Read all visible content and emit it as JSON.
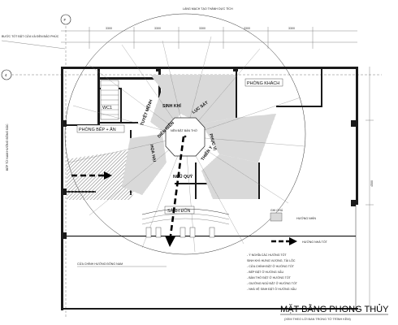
{
  "axis_labels": {
    "grid_F": "F",
    "grid_4": "4"
  },
  "rooms": {
    "phong_khach": "PHÒNG KHÁCH",
    "phong_bep_an": "PHÒNG BẾP + ĂN",
    "wc": "WC1",
    "sanh_don": "SẢNH ĐÓN"
  },
  "directions": {
    "sinh_khi": "SINH KHÍ",
    "luc_sat": "LỤC SÁT",
    "phuc_vi": "PHỤC VỊ",
    "thien_y": "THIÊN Y",
    "ngu_quy": "NGŨ QUỶ",
    "hoa_hai": "HỌA HẠI",
    "tuyet_menh": "TUYỆT MỆNH",
    "dien_nien": "DIÊN NIÊN"
  },
  "center_label": "NÊN ĐẶT BÀN THỜ",
  "top_note": "LÀNG MẠCH TẠO THÀNH DỰC TÍCH",
  "left_notes": [
    "BƯỚC TỐT ĐẶT CỬA VÀ ĐÈN BẢO PHÚC",
    "BẾP TỬ NAM HƯỚNG ĐÔNG BẮC"
  ],
  "bottom_note": "CỬA CHÍNH HƯỚNG ĐÔNG NAM",
  "legend": {
    "item1": "HƯỚNG NHÌN",
    "item2": "HƯỚNG NHÀ TỐT",
    "box_label": "GHI CHÚ"
  },
  "notes": [
    "- Ý NGHĨA CÁC HƯỚNG TỐT",
    "SINH KHÍ: HƯNG VƯỢNG, TÀI LỘC",
    "- CỬA CHÍNH ĐẶT Ở HƯỚNG TỐT",
    "- BẾP ĐẶT Ở HƯỚNG XẤU",
    "- BÀN THỜ ĐẶT Ở HƯỚNG TỐT",
    "- GIƯỜNG NGỦ ĐẶT Ở HƯỚNG TỐT",
    "- NHÀ VỆ SINH ĐẶT Ở HƯỚNG XẤU"
  ],
  "title": "MẶT BẰNG PHONG THỦY",
  "subtitle": "(XEM THEO LỚI BAN TRONG TỜ TRÌNH KÈM)"
}
